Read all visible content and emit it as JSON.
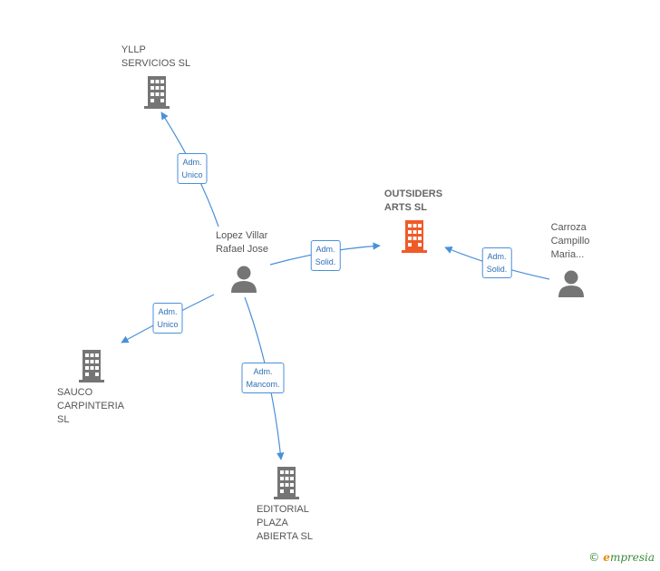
{
  "colors": {
    "company": "#757575",
    "focus": "#f05a28",
    "person": "#757575",
    "edge": "#4a90d9"
  },
  "nodes": {
    "yllp": {
      "lines": [
        "YLLP",
        "SERVICIOS  SL"
      ],
      "kind": "company"
    },
    "outsiders": {
      "lines": [
        "OUTSIDERS",
        "ARTS  SL"
      ],
      "kind": "focus"
    },
    "lopez": {
      "lines": [
        "Lopez Villar",
        "Rafael Jose"
      ],
      "kind": "person"
    },
    "carroza": {
      "lines": [
        "Carroza",
        "Campillo",
        "Maria..."
      ],
      "kind": "person"
    },
    "sauco": {
      "lines": [
        "SAUCO",
        "CARPINTERIA",
        "SL"
      ],
      "kind": "company"
    },
    "editorial": {
      "lines": [
        "EDITORIAL",
        "PLAZA",
        "ABIERTA  SL"
      ],
      "kind": "company"
    }
  },
  "edges": {
    "lopez_yllp": {
      "lines": [
        "Adm.",
        "Unico"
      ]
    },
    "lopez_outsiders": {
      "lines": [
        "Adm.",
        "Solid."
      ]
    },
    "carroza_outsiders": {
      "lines": [
        "Adm.",
        "Solid."
      ]
    },
    "lopez_sauco": {
      "lines": [
        "Adm.",
        "Unico"
      ]
    },
    "lopez_editorial": {
      "lines": [
        "Adm.",
        "Mancom."
      ]
    }
  },
  "watermark": {
    "copyright": "©",
    "brand_initial": "e",
    "brand_rest": "mpresia"
  }
}
